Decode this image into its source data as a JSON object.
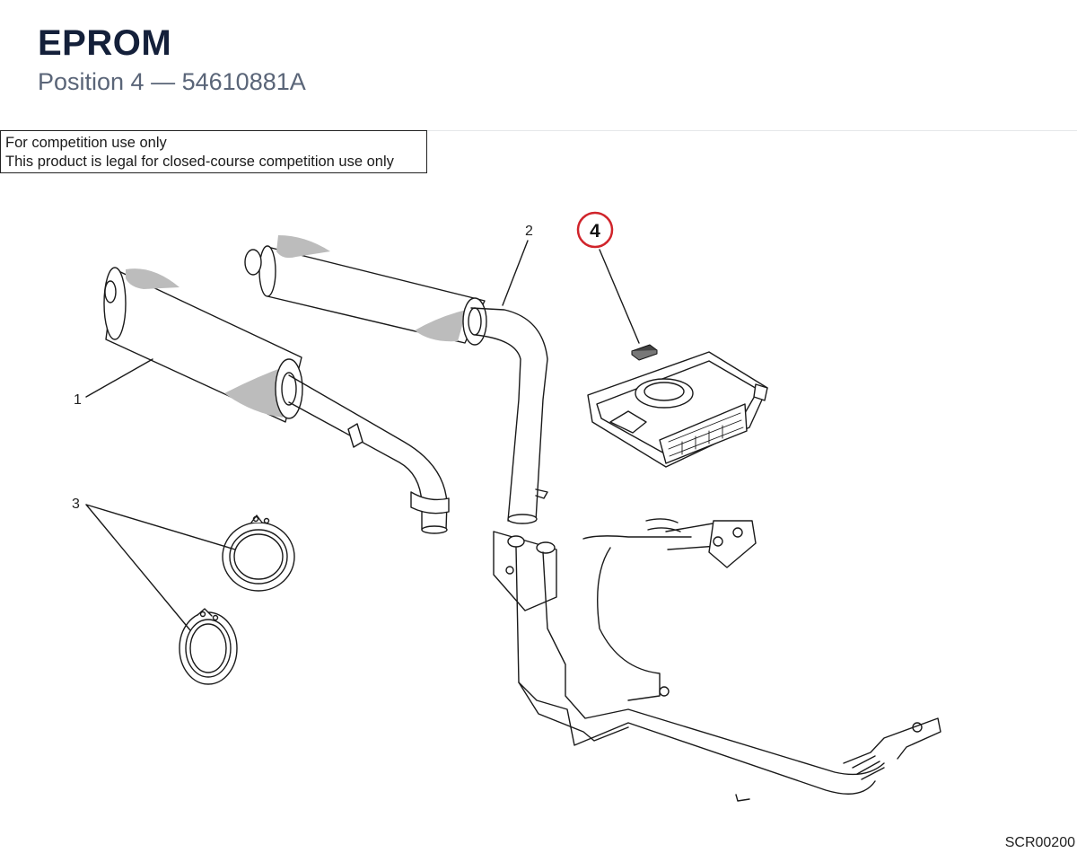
{
  "header": {
    "title": "EPROM",
    "position_label": "Position 4",
    "separator": "—",
    "part_number": "54610881A"
  },
  "notice": {
    "line1": "For competition use only",
    "line2": "This product is legal for closed-course competition use only"
  },
  "callouts": {
    "part1": "1",
    "part2": "2",
    "part3": "3",
    "selected": "4"
  },
  "colors": {
    "highlight_ring": "#d0242b",
    "title_text": "#14203a",
    "subtitle_text": "#5a6578"
  },
  "footer": {
    "drawing_ref": "SCR00200"
  }
}
